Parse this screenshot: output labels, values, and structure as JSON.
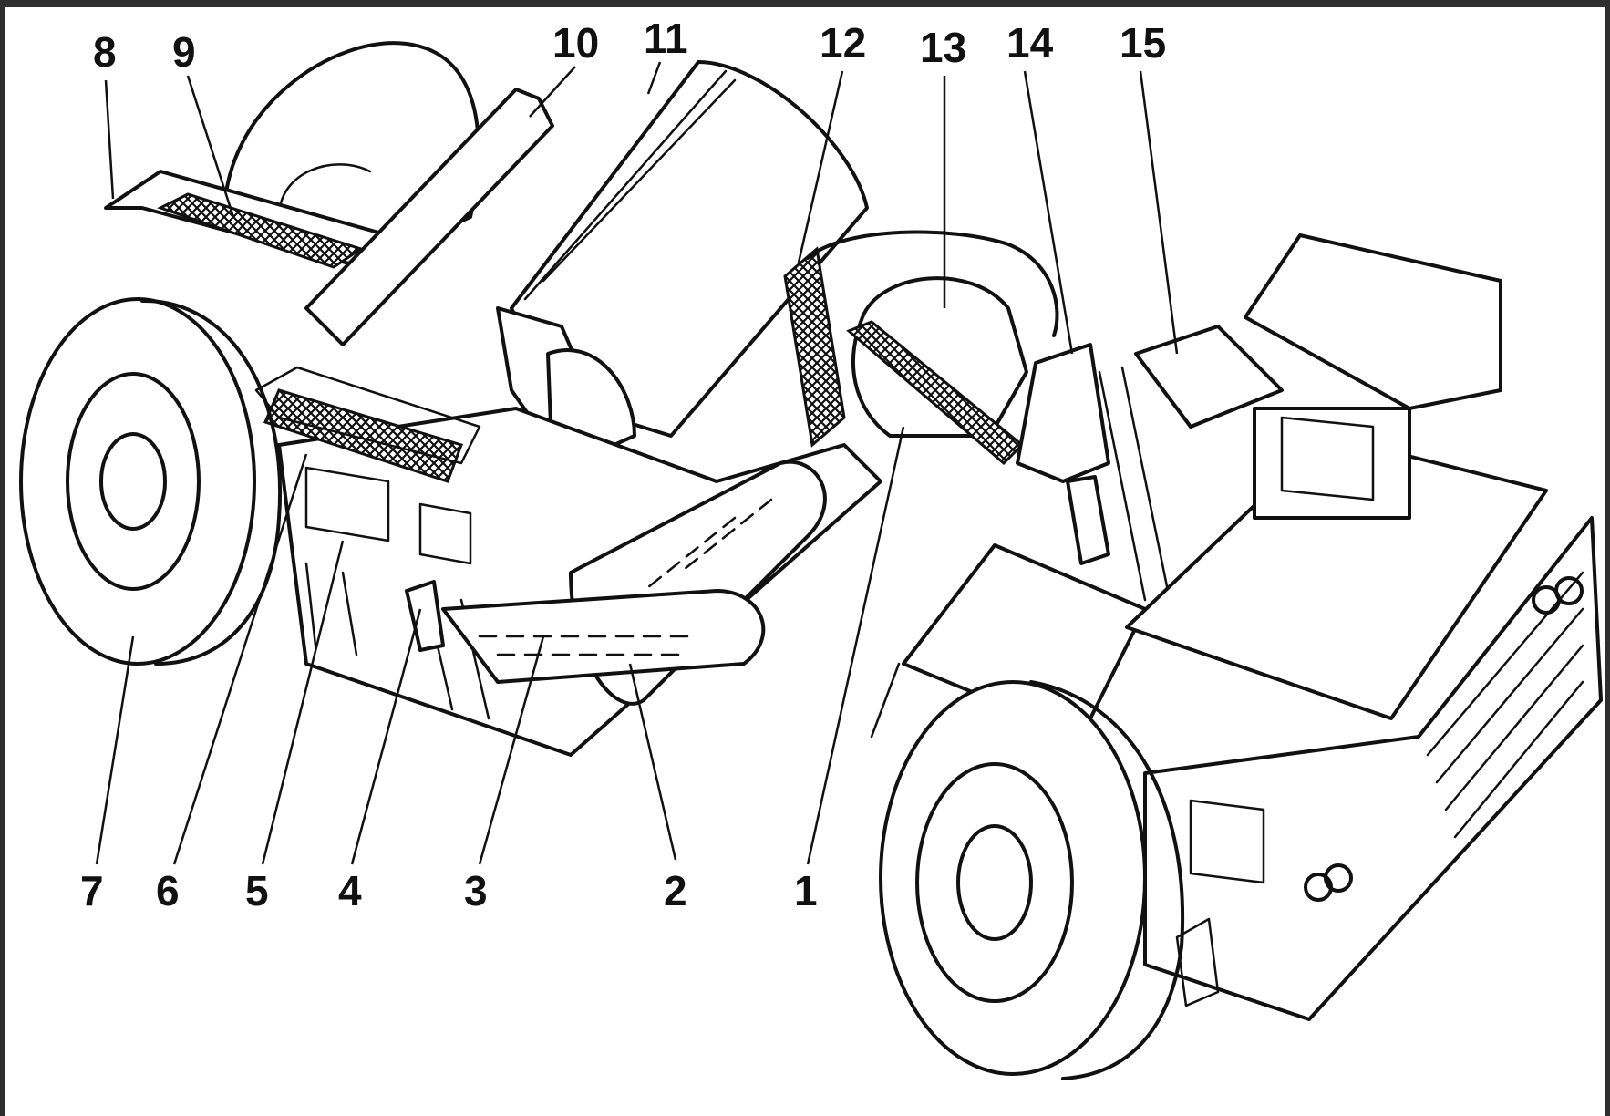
{
  "labels": [
    {
      "id": "1",
      "text": "1"
    },
    {
      "id": "2",
      "text": "2"
    },
    {
      "id": "3",
      "text": "3"
    },
    {
      "id": "4",
      "text": "4"
    },
    {
      "id": "5",
      "text": "5"
    },
    {
      "id": "6",
      "text": "6"
    },
    {
      "id": "7",
      "text": "7"
    },
    {
      "id": "8",
      "text": "8"
    },
    {
      "id": "9",
      "text": "9"
    },
    {
      "id": "10",
      "text": "10"
    },
    {
      "id": "11",
      "text": "11"
    },
    {
      "id": "12",
      "text": "12"
    },
    {
      "id": "13",
      "text": "13"
    },
    {
      "id": "14",
      "text": "14"
    },
    {
      "id": "15",
      "text": "15"
    }
  ],
  "colors": {
    "ink": "#111111",
    "paper": "#ffffff",
    "border": "#2f2f2f"
  }
}
